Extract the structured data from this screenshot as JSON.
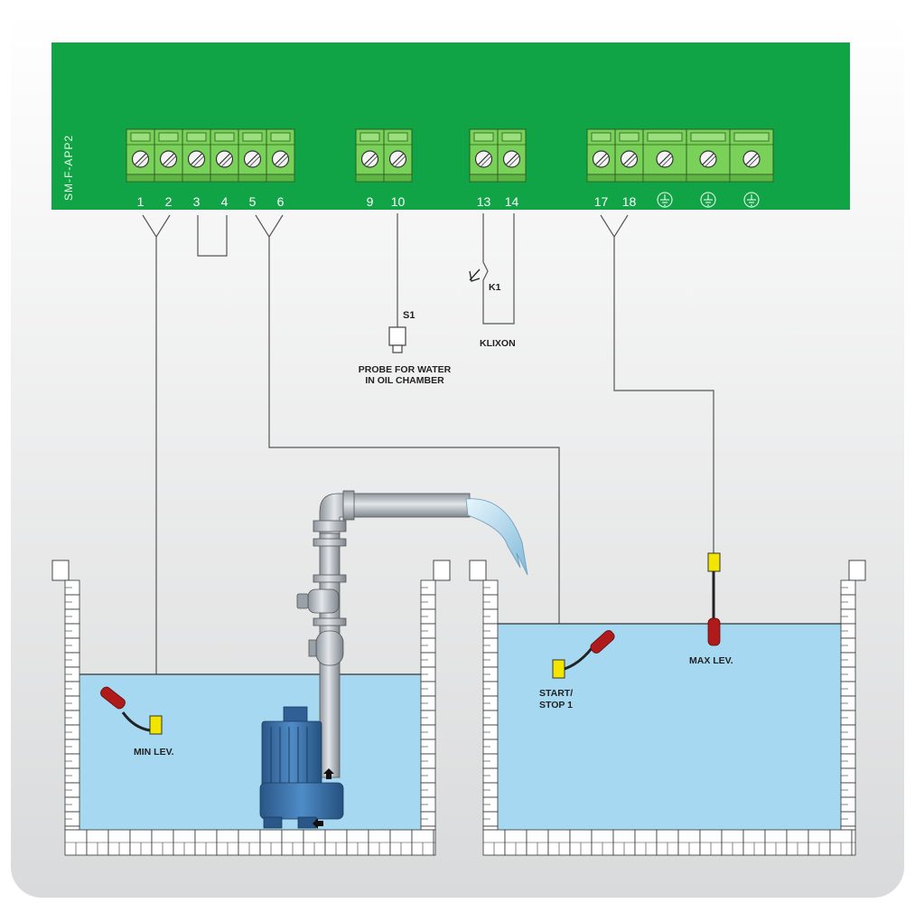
{
  "board": {
    "model": "SM-F-APP2",
    "color": "#11a446",
    "terminal_labels": [
      "1",
      "2",
      "3",
      "4",
      "5",
      "6",
      "9",
      "10",
      "13",
      "14",
      "17",
      "18"
    ],
    "ground_symbol": "ground-icon"
  },
  "labels": {
    "s1": "S1",
    "probe_line1": "PROBE FOR WATER",
    "probe_line2": "IN OIL CHAMBER",
    "k1": "K1",
    "klixon": "KLIXON",
    "min_lev": "MIN LEV.",
    "start_line1": "START/",
    "start_line2": "STOP 1",
    "max_lev": "MAX LEV."
  },
  "colors": {
    "water": "#a6d9f1",
    "terminal": "#7ad15a",
    "float_body": "#f2e600",
    "float_weight": "#b01a1a",
    "pump": "#3d74ad",
    "pipe": "#b8bfc6"
  }
}
